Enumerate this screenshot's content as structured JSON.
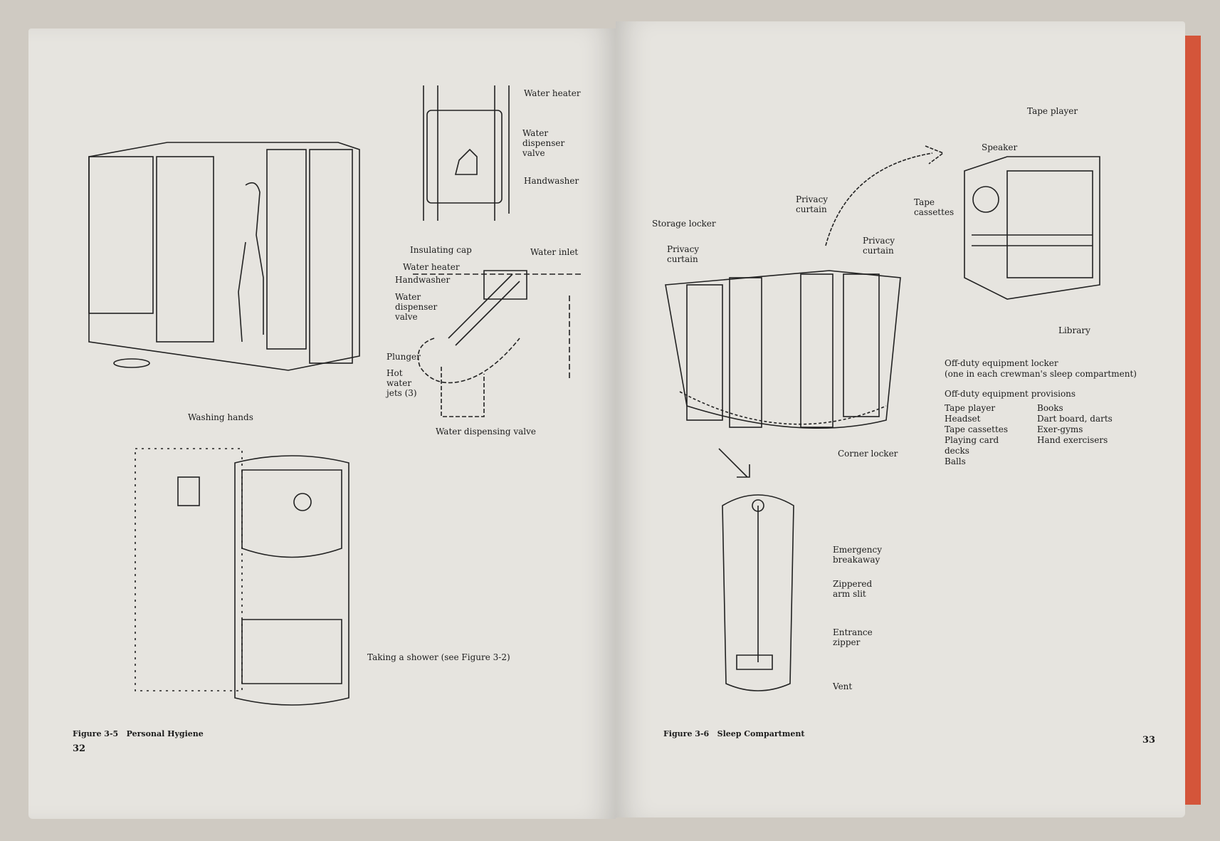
{
  "left_page": {
    "labels_top": {
      "water_heater": "Water heater",
      "water_dispenser_valve": "Water dispenser valve",
      "handwasher": "Handwasher"
    },
    "labels_valve": {
      "insulating_cap": "Insulating cap",
      "water_inlet": "Water inlet",
      "water_heater": "Water  heater",
      "handwasher": "Handwasher",
      "water_dispenser_valve": "Water dispenser valve",
      "plunger": "Plunger",
      "hot_water_jets": "Hot water jets (3)"
    },
    "captions": {
      "washing_hands": "Washing hands",
      "water_dispensing_valve": "Water dispensing valve",
      "taking_shower": "Taking a shower (see Figure 3-2)"
    },
    "figure_caption": "Figure 3-5   Personal Hygiene",
    "page_number": "32"
  },
  "right_page": {
    "locker_labels": {
      "tape_player": "Tape player",
      "speaker": "Speaker",
      "tape_cassettes": "Tape cassettes",
      "library": "Library"
    },
    "compartment_labels": {
      "storage_locker": "Storage locker",
      "privacy_curtain_left": "Privacy curtain",
      "privacy_curtain_mid": "Privacy curtain",
      "privacy_curtain_right": "Privacy curtain",
      "corner_locker": "Corner locker"
    },
    "locker_title": "Off-duty equipment locker",
    "locker_subtitle": "(one in each crewman's sleep compartment)",
    "provisions_title": "Off-duty equipment provisions",
    "provisions_col1": [
      "Tape player",
      "Headset",
      "Tape cassettes",
      "Playing card decks",
      "Balls"
    ],
    "provisions_col2": [
      "Books",
      "Dart board, darts",
      "Exer-gyms",
      "Hand exercisers"
    ],
    "sleeping_bag_labels": {
      "emergency_breakaway": "Emergency breakaway",
      "zippered_arm_slit": "Zippered arm slit",
      "entrance_zipper": "Entrance zipper",
      "vent": "Vent"
    },
    "figure_caption": "Figure 3-6   Sleep Compartment",
    "page_number": "33"
  }
}
